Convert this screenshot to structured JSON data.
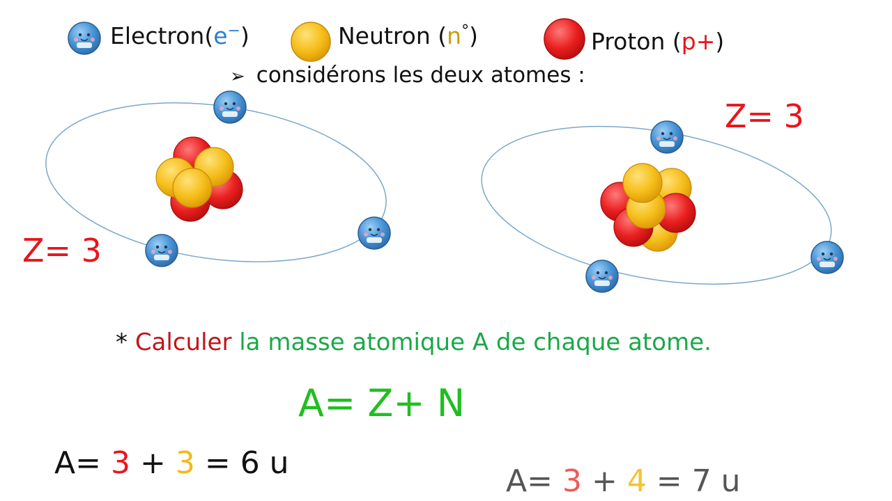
{
  "colors": {
    "electron": "#4a95d6",
    "neutron": "#f5be1a",
    "proton": "#ea1f1f",
    "red_text": "#c0141a",
    "green_text": "#1aa84a",
    "formula_green": "#1fbf1f",
    "orbit": "#7aa7cc",
    "calc_gray": "#555555"
  },
  "legend": {
    "electron": {
      "name": "Electron(",
      "symbol": "e",
      "superscript": "−",
      "close": ")"
    },
    "neutron": {
      "name": "Neutron (",
      "symbol": "n",
      "superscript": "°",
      "close": ")"
    },
    "proton": {
      "name": "Proton (",
      "symbol": "p+",
      "close": ")"
    }
  },
  "intro": {
    "bullet": "➢",
    "text": "considérons les deux atomes :"
  },
  "atoms": [
    {
      "z_label": "Z= 3",
      "protons": 3,
      "neutrons": 3,
      "electrons": 3
    },
    {
      "z_label": "Z= 3",
      "protons": 3,
      "neutrons": 4,
      "electrons": 3
    }
  ],
  "task": {
    "star": "*",
    "verb": "Calculer",
    "rest": "la masse atomique A de chaque atome."
  },
  "formula": "A= Z+ N",
  "calc1": {
    "prefix": "A=",
    "z": "3",
    "plus": "+",
    "n": "3",
    "result": "= 6 u"
  },
  "calc2": {
    "prefix": "A=",
    "z": "3",
    "plus": "+",
    "n": "4",
    "result": "= 7 u"
  }
}
